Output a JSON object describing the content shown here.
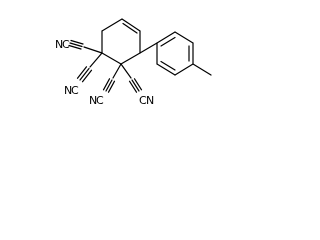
{
  "molecule": {
    "atoms": {
      "nitrile_1": "N",
      "nitrile_1_carbon": "C",
      "nitrile_2": "N",
      "nitrile_2_carbon": "C",
      "nitrile_3": "N",
      "nitrile_3_carbon": "C",
      "nitrile_4": "N",
      "nitrile_4_carbon": "C"
    }
  },
  "colors": {
    "bond": "#000000",
    "label": "#000000",
    "background": "#ffffff"
  }
}
